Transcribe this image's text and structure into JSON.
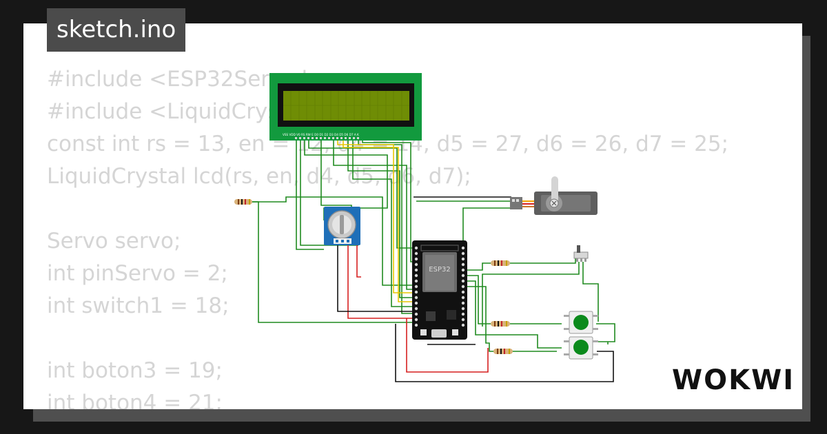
{
  "header": {
    "filename": "sketch.ino"
  },
  "code": {
    "lines": [
      "#include <ESP32Servo.h>",
      "#include <LiquidCrystal.h>",
      "const int rs = 13, en = 12, d4 = 14, d5 = 27, d6 = 26, d7 = 25;",
      "LiquidCrystal lcd(rs, en, d4, d5, d6, d7);",
      "",
      "Servo servo;",
      "int pinServo = 2;",
      "int switch1 = 18;",
      "",
      "int boton3 = 19;",
      "int boton4 = 21;"
    ]
  },
  "board": {
    "label": "ESP32"
  },
  "lcd": {
    "pin_labels": "VSS VDD V0 RS RW E D0 D1 D2 D3 D4 D5 D6 D7 A K"
  },
  "brand": {
    "name": "WOKWI"
  },
  "colors": {
    "background": "#171717",
    "card": "#ffffff",
    "lcd_pcb": "#129a3e",
    "lcd_screen": "#6f8d05",
    "wire_green": "#1f8a1f",
    "wire_red": "#d61f1f",
    "wire_black": "#111111",
    "wire_yellow": "#e7c600",
    "pushbutton": "#0b8a1c",
    "potentiometer": "#1f6fb8"
  }
}
